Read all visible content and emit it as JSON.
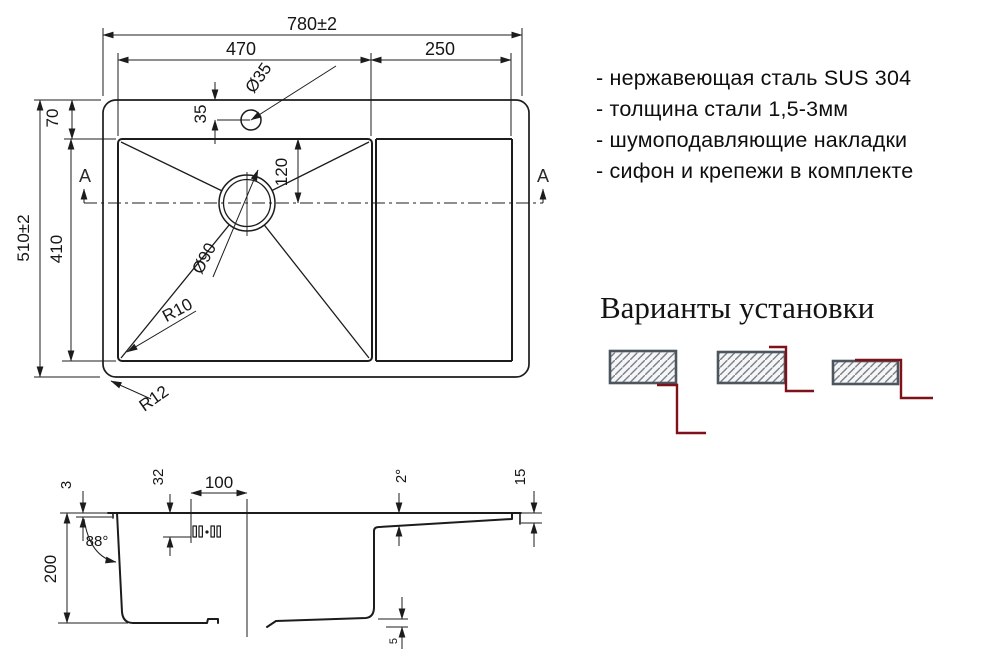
{
  "top_view": {
    "section_label": "A",
    "dims": {
      "overall_width": "780±2",
      "bowl_width": "470",
      "wing_width": "250",
      "hole_dia": "Ø35",
      "hole_offset": "35",
      "rim_offset": "70",
      "overall_depth": "510±2",
      "bowl_depth": "410",
      "drain_offset": "120",
      "drain_dia": "Ø90",
      "bowl_radius": "R10",
      "corner_radius": "R12"
    }
  },
  "section_view": {
    "dims": {
      "edge_thickness": "3",
      "clip_height": "32",
      "clip_spacing": "100",
      "wall_angle": "88°",
      "bowl_height": "200",
      "wing_slope": "2°",
      "wing_edge_height": "15",
      "bottom_gap": "5"
    }
  },
  "specs": {
    "items": [
      "- нержавеющая сталь SUS 304",
      "- толщина стали 1,5-3мм",
      "- шумоподавляющие накладки",
      "- сифон и крепежи в комплекте"
    ]
  },
  "install": {
    "heading": "Варианты установки"
  },
  "colors": {
    "line": "#1c1c1c",
    "accent_red": "#7e1119",
    "hatch_border": "#4d565e",
    "hatch_line": "#78808a"
  }
}
